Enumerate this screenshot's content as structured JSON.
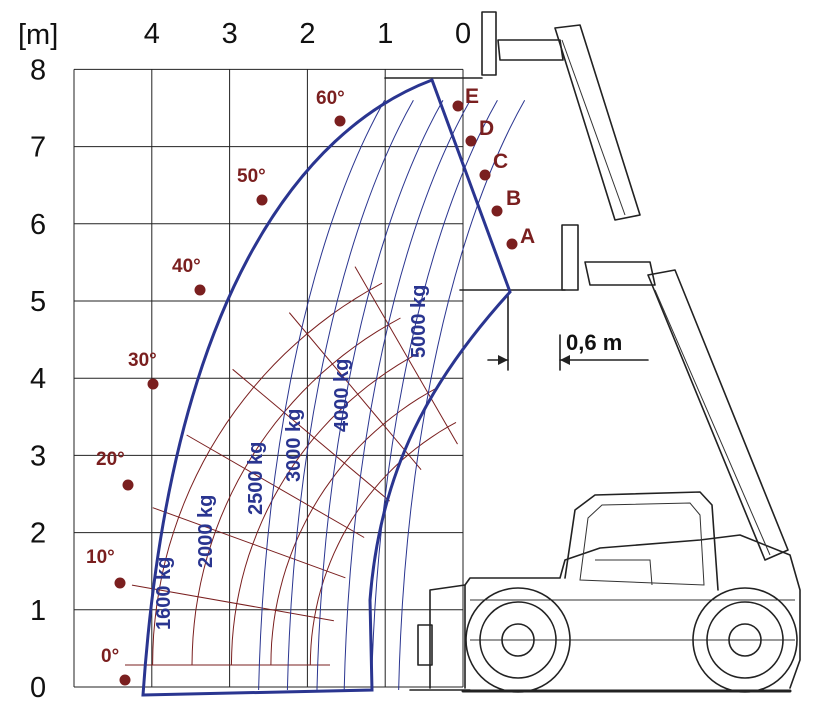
{
  "diagram": {
    "unit_label": "[m]",
    "x_ticks": [
      "4",
      "3",
      "2",
      "1",
      "0"
    ],
    "y_ticks": [
      "8",
      "7",
      "6",
      "5",
      "4",
      "3",
      "2",
      "1",
      "0"
    ],
    "angles": [
      "0°",
      "10°",
      "20°",
      "30°",
      "40°",
      "50°",
      "60°"
    ],
    "positions": [
      "A",
      "B",
      "C",
      "D",
      "E"
    ],
    "loads": [
      "1600 kg",
      "2000 kg",
      "2500 kg",
      "3000 kg",
      "4000 kg",
      "5000 kg"
    ],
    "dimension": "0,6 m",
    "colors": {
      "envelope": "#2a3590",
      "angle": "#7a1f1f",
      "grid": "#222222"
    }
  }
}
